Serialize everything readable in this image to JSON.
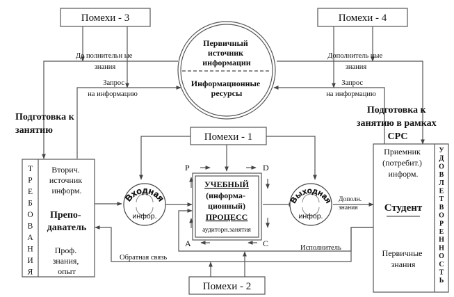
{
  "noise_boxes": {
    "n1": "Помехи - 1",
    "n2": "Помехи - 2",
    "n3": "Помехи - 3",
    "n4": "Помехи - 4"
  },
  "primary_source": {
    "top": [
      "Первичный",
      "источник",
      "информации"
    ],
    "bottom": [
      "Информационные",
      "ресурсы"
    ]
  },
  "left_labels": {
    "extra_knowledge": [
      "До полнительн ые",
      "знания"
    ],
    "request": [
      "Запрос",
      "на информацию"
    ],
    "prep": [
      "Подготовка к",
      "занятию"
    ]
  },
  "right_labels": {
    "extra_knowledge": [
      "Дополнитель ные",
      "знания"
    ],
    "request": [
      "Запрос",
      "на информацию"
    ],
    "prep": [
      "Подготовка к",
      "занятию в рамках",
      "СРС"
    ]
  },
  "teacher_box": {
    "vertical": "ТРЕБОВАНИЯ",
    "secondary": [
      "Вторич.",
      "источник",
      "информ."
    ],
    "role": [
      "Препо-",
      "даватель"
    ],
    "knowledge": [
      "Проф.",
      "знания,",
      "опыт"
    ]
  },
  "input_circle": {
    "arc": "Входная",
    "label": "инфор."
  },
  "output_circle": {
    "arc": "Выходная",
    "label": "инфор."
  },
  "process_box": {
    "lines": [
      "УЧЕБНЫЙ",
      "(информа-",
      "ционный)",
      "ПРОЦЕСС"
    ],
    "sub": "аудиторн.занятия",
    "corners": {
      "p": "P",
      "d": "D",
      "a": "A",
      "c": "C"
    }
  },
  "extra_knowledge_out": [
    "Дополн.",
    "знания"
  ],
  "student_box": {
    "receiver": [
      "Приемник",
      "(потребит.)",
      "информ."
    ],
    "role": "Студент",
    "knowledge": [
      "Первичные",
      "знания"
    ],
    "vertical": "УДОВЛЕТВОРЕННОСТЬ"
  },
  "feedback_label": "Обратная связь",
  "executor_label": "Исполнитель"
}
